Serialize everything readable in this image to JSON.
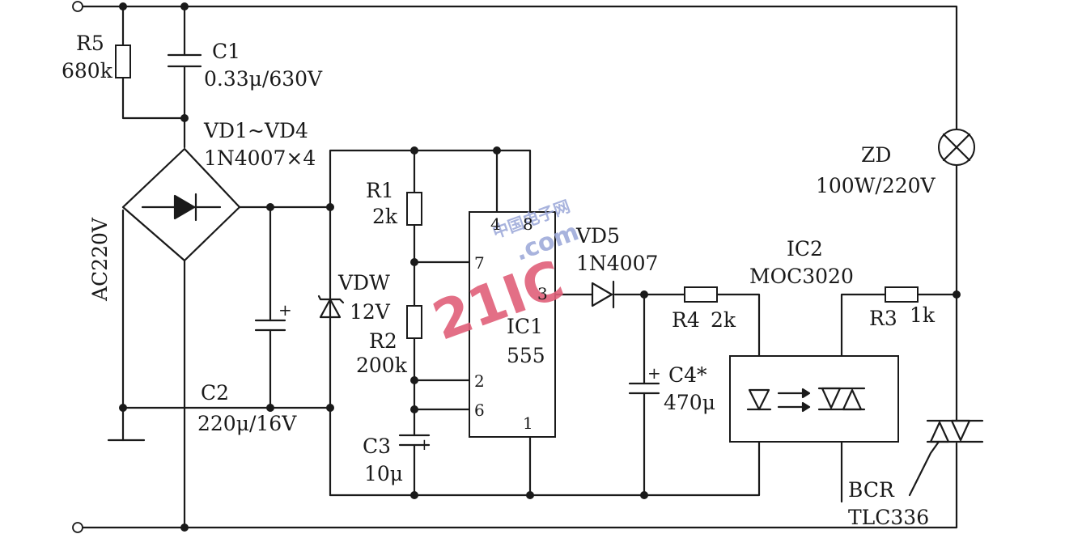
{
  "components": {
    "r5": {
      "ref": "R5",
      "value": "680k"
    },
    "c1": {
      "ref": "C1",
      "value": "0.33μ/630V"
    },
    "bridge": {
      "ref": "VD1~VD4",
      "value": "1N4007×4"
    },
    "ac": {
      "label": "AC220V"
    },
    "c2": {
      "ref": "C2",
      "value": "220μ/16V"
    },
    "vdw": {
      "ref": "VDW",
      "value": "12V"
    },
    "r1": {
      "ref": "R1",
      "value": "2k"
    },
    "r2": {
      "ref": "R2",
      "value": "200k"
    },
    "c3": {
      "ref": "C3",
      "value": "10μ"
    },
    "ic1": {
      "ref": "IC1",
      "value": "555",
      "pins": [
        "4",
        "8",
        "7",
        "3",
        "2",
        "6",
        "1"
      ]
    },
    "vd5": {
      "ref": "VD5",
      "value": "1N4007"
    },
    "c4": {
      "ref": "C4*",
      "value": "470μ"
    },
    "r4": {
      "ref": "R4",
      "value": "2k"
    },
    "ic2": {
      "ref": "IC2",
      "value": "MOC3020"
    },
    "r3": {
      "ref": "R3",
      "value": "1k"
    },
    "lamp": {
      "ref": "ZD",
      "value": "100W/220V"
    },
    "triac": {
      "ref": "BCR",
      "value": "TLC336"
    }
  },
  "polarity_mark": "+",
  "watermark": {
    "main": "21IC",
    "sub": "中国电子网",
    "domain": ".com"
  }
}
